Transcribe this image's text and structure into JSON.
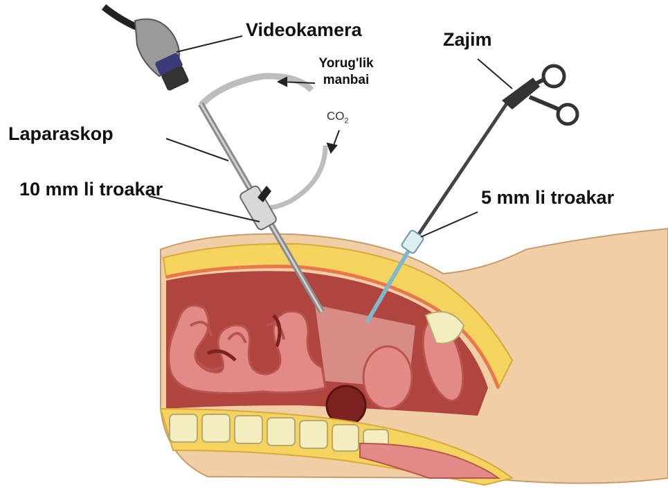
{
  "labels": {
    "videokamera": "Videokamera",
    "yorugluk_line1": "Yorug'lik",
    "yorugluk_line2": "manbai",
    "co2_main": "CO",
    "co2_sub": "2",
    "zajim": "Zajim",
    "laparaskop": "Laparaskop",
    "troakar_10": "10 mm li troakar",
    "troakar_5": "5 mm li troakar"
  },
  "colors": {
    "skin": "#f0cfa6",
    "skin_outline": "#c99a6a",
    "cavity": "#b0443f",
    "cavity_dark": "#7d2220",
    "intestine": "#e48a86",
    "intestine_dark": "#b8534f",
    "fat": "#f4d35e",
    "bone": "#f3edc0",
    "instrument": "#5a5a5a",
    "cable": "#bdbdbd",
    "camera_ring": "#3c3a78"
  }
}
